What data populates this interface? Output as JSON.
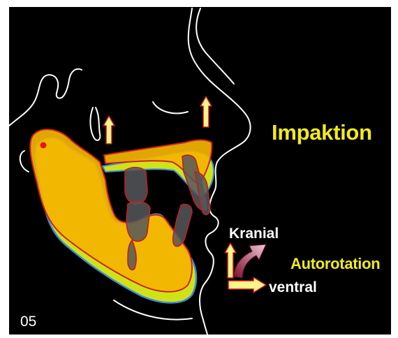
{
  "labels": {
    "impaktion": "Impaktion",
    "kranial": "Kranial",
    "autorotation": "Autorotation",
    "ventral": "ventral",
    "figure_number": "05"
  },
  "colors": {
    "background": "#000000",
    "outline": "#ffffff",
    "mandible_fill": "#f5b400",
    "mandible_outline": "#d02020",
    "postop_fill": "#cfe218",
    "postop_outline": "#3a8fd8",
    "tooth_fill": "#55575c",
    "arrow_fill": "#fff38a",
    "arrow_outline": "#c01818",
    "rotation_arrow": "#f0c8d8",
    "condyle_point": "#e8141a",
    "label_yellow": "#f2ea1c",
    "label_white": "#ffffff"
  },
  "icons": {
    "up_arrow": "up-arrow-icon",
    "right_arrow": "right-arrow-icon",
    "rotation_arrow": "curved-arrow-icon"
  }
}
